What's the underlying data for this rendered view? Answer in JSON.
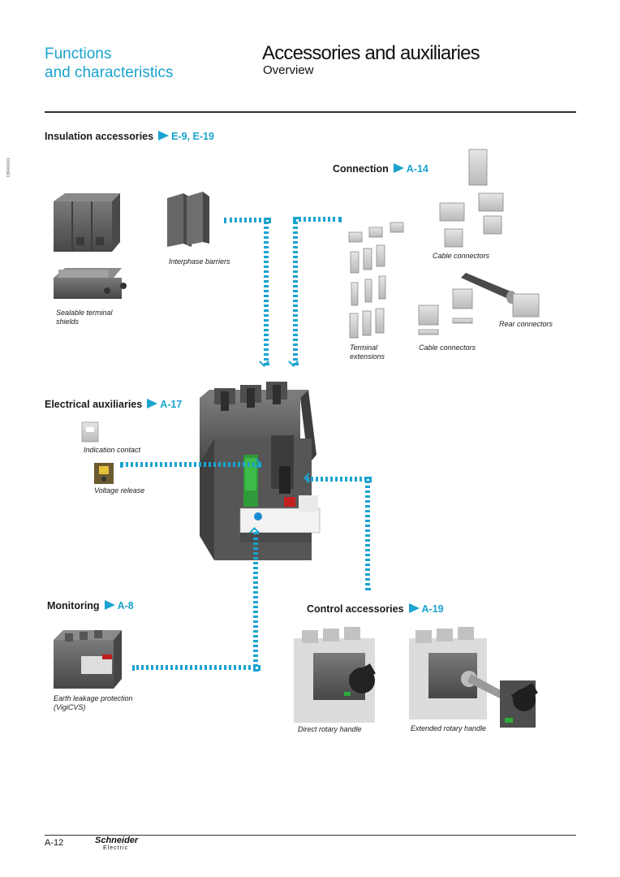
{
  "header": {
    "left_line1": "Functions",
    "left_line2": "and characteristics",
    "title": "Accessories and auxiliaries",
    "subtitle": "Overview"
  },
  "side_code": "DB400001",
  "sections": {
    "insulation": {
      "label": "Insulation accessories",
      "ref": "E-9, E-19"
    },
    "connection": {
      "label": "Connection",
      "ref": "A-14"
    },
    "electrical": {
      "label": "Electrical auxiliaries",
      "ref": "A-17"
    },
    "monitoring": {
      "label": "Monitoring",
      "ref": "A-8"
    },
    "control": {
      "label": "Control accessories",
      "ref": "A-19"
    }
  },
  "captions": {
    "interphase": "Interphase barriers",
    "sealable_1": "Sealable terminal",
    "sealable_2": "shields",
    "cable_connectors_top": "Cable connectors",
    "rear_connectors": "Rear connectors",
    "terminal_1": "Terminal",
    "terminal_2": "extensions",
    "cable_connectors_bottom": "Cable connectors",
    "indication_contact": "Indication contact",
    "voltage_release": "Voltage release",
    "earth_1": "Earth leakage protection",
    "earth_2": "(VigiCVS)",
    "direct_rotary": "Direct rotary handle",
    "extended_rotary": "Extended rotary handle"
  },
  "footer": {
    "page": "A-12",
    "brand": "Schneider",
    "brand_sub": "Electric"
  },
  "colors": {
    "accent": "#1aa3cf",
    "device": "#5a5a5a",
    "rule": "#333333"
  }
}
